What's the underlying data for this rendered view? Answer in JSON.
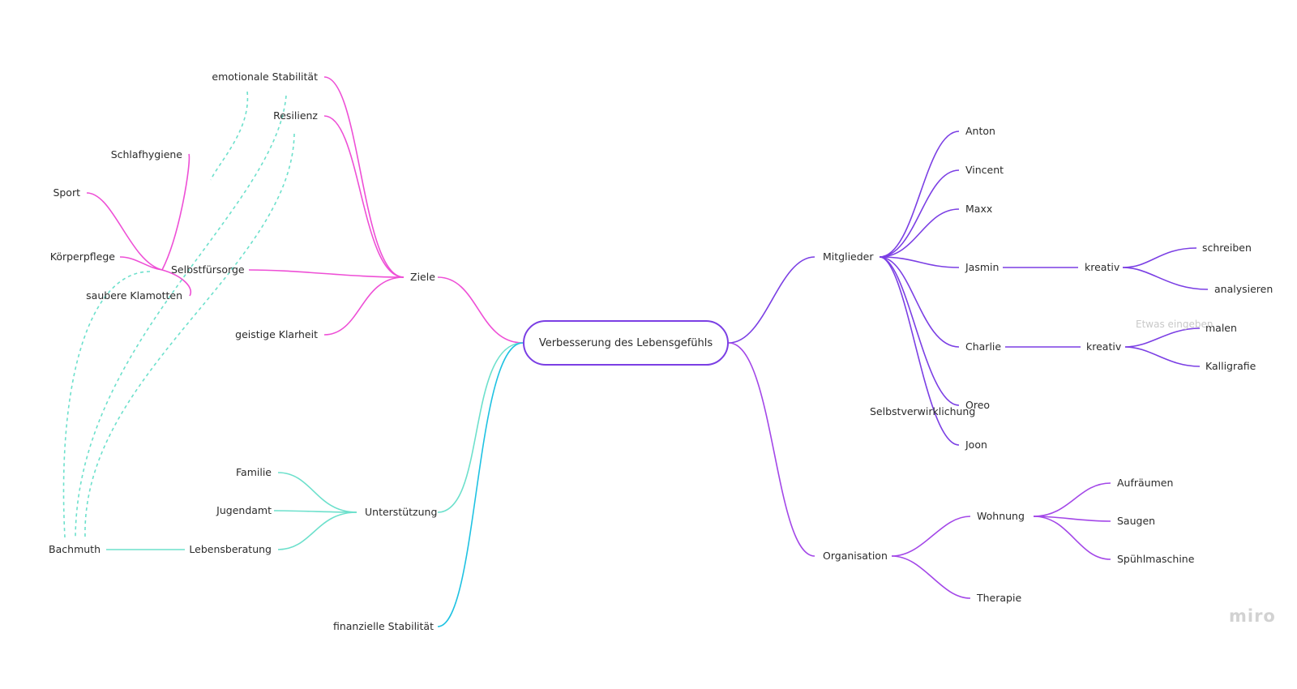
{
  "colors": {
    "pink": "#ee4fd6",
    "teal": "#6de0cc",
    "cyan": "#1fc2e2",
    "violet": "#7b3fe4",
    "purple": "#a347e8"
  },
  "root": {
    "label": "Verbesserung des Lebensgefühls"
  },
  "nodes": {
    "ziele": "Ziele",
    "emotionale_stabilitaet": "emotionale Stabilität",
    "resilienz": "Resilienz",
    "selbstfuersorge": "Selbstfürsorge",
    "geistige_klarheit": "geistige Klarheit",
    "schlafhygiene": "Schlafhygiene",
    "sport": "Sport",
    "koerperpflege": "Körperpflege",
    "saubere_klamotten": "saubere Klamotten",
    "unterstuetzung": "Unterstützung",
    "familie": "Familie",
    "jugendamt": "Jugendamt",
    "lebensberatung": "Lebensberatung",
    "bachmuth": "Bachmuth",
    "finanzielle_stabilitaet": "finanzielle Stabilität",
    "mitglieder": "Mitglieder",
    "anton": "Anton",
    "vincent": "Vincent",
    "maxx": "Maxx",
    "jasmin": "Jasmin",
    "kreativ_1": "kreativ",
    "schreiben": "schreiben",
    "analysieren": "analysieren",
    "charlie": "Charlie",
    "kreativ_2": "kreativ",
    "malen": "malen",
    "kalligrafie": "Kalligrafie",
    "oreo": "Oreo",
    "selbstverwirklichung": "Selbstverwirklichung",
    "joon": "Joon",
    "organisation": "Organisation",
    "wohnung": "Wohnung",
    "aufraeumen": "Aufräumen",
    "saugen": "Saugen",
    "spuehlmaschine": "Spühlmaschine",
    "therapie": "Therapie"
  },
  "placeholder": "Etwas eingeben",
  "brand": "miro"
}
